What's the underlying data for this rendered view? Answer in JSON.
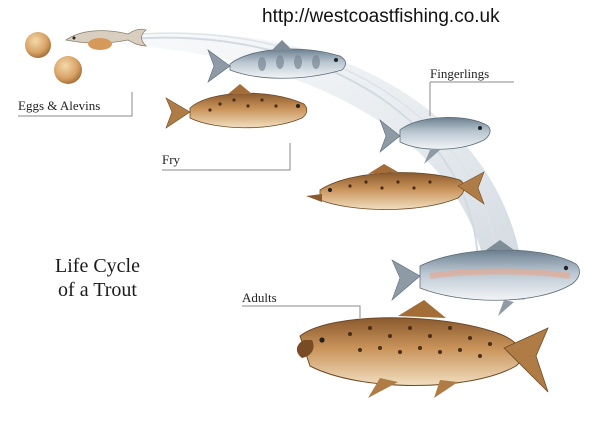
{
  "source_url": "http://westcoastfishing.co.uk",
  "title": {
    "line1": "Life Cycle",
    "line2": "of a Trout"
  },
  "stages": {
    "eggs": "Eggs & Alevins",
    "fry": "Fry",
    "fingerlings": "Fingerlings",
    "adults": "Adults"
  },
  "colors": {
    "arc": "#dfe5ea",
    "leader_line": "#8a8a8a",
    "brown_trout_body": "#c9935a",
    "rainbow_trout_body": "#b9c6d1",
    "eggs": "#d8a86a"
  }
}
